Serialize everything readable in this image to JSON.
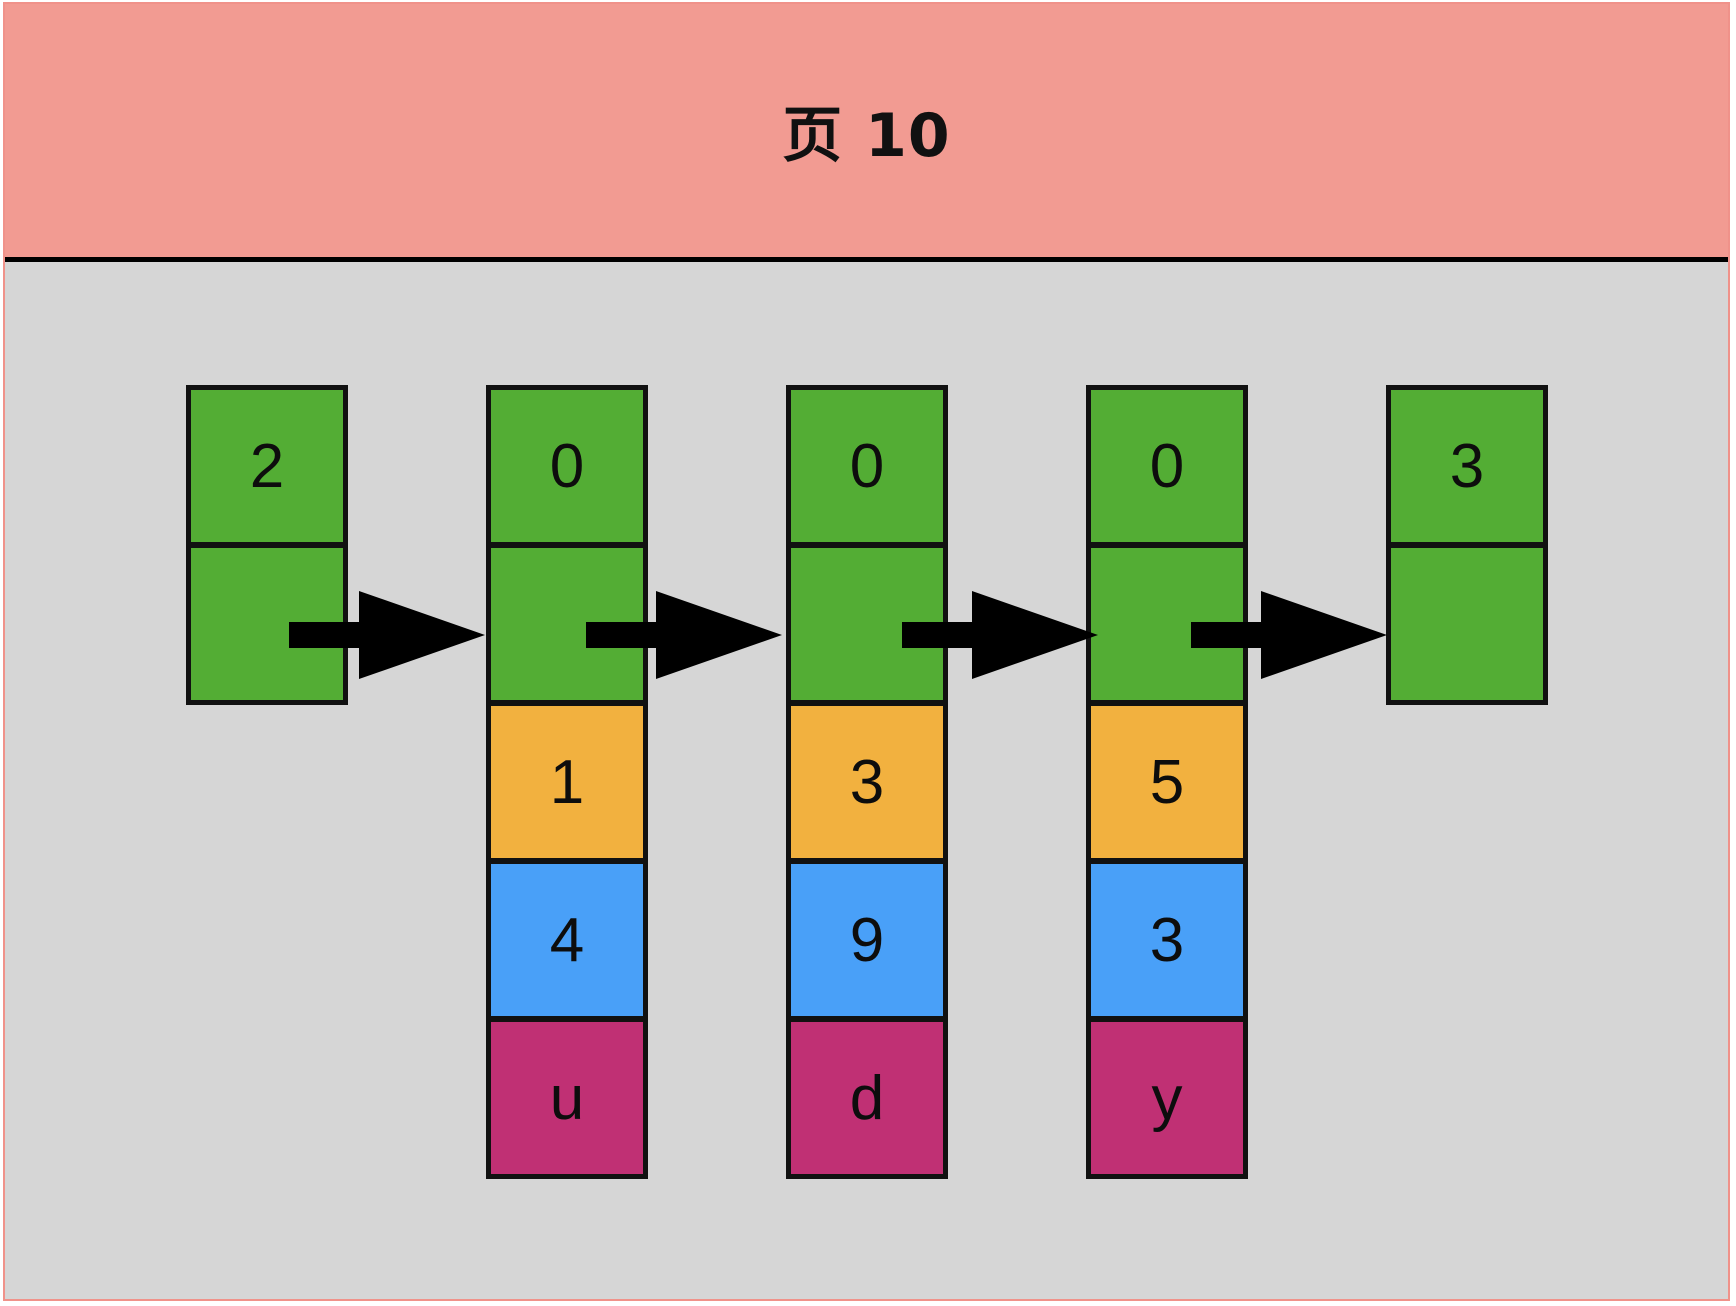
{
  "page": {
    "title": "页 10"
  },
  "colors": {
    "header": "#f29b92",
    "background": "#d6d6d6",
    "green": "#53ad34",
    "orange": "#f2b13f",
    "blue": "#49a0f8",
    "magenta": "#c03074"
  },
  "records": [
    {
      "cells": [
        {
          "value": "2",
          "color": "green"
        },
        {
          "value": "",
          "color": "green"
        }
      ]
    },
    {
      "cells": [
        {
          "value": "0",
          "color": "green"
        },
        {
          "value": "",
          "color": "green"
        },
        {
          "value": "1",
          "color": "orange"
        },
        {
          "value": "4",
          "color": "blue"
        },
        {
          "value": "u",
          "color": "magenta"
        }
      ]
    },
    {
      "cells": [
        {
          "value": "0",
          "color": "green"
        },
        {
          "value": "",
          "color": "green"
        },
        {
          "value": "3",
          "color": "orange"
        },
        {
          "value": "9",
          "color": "blue"
        },
        {
          "value": "d",
          "color": "magenta"
        }
      ]
    },
    {
      "cells": [
        {
          "value": "0",
          "color": "green"
        },
        {
          "value": "",
          "color": "green"
        },
        {
          "value": "5",
          "color": "orange"
        },
        {
          "value": "3",
          "color": "blue"
        },
        {
          "value": "y",
          "color": "magenta"
        }
      ]
    },
    {
      "cells": [
        {
          "value": "3",
          "color": "green"
        },
        {
          "value": "",
          "color": "green"
        }
      ]
    }
  ]
}
